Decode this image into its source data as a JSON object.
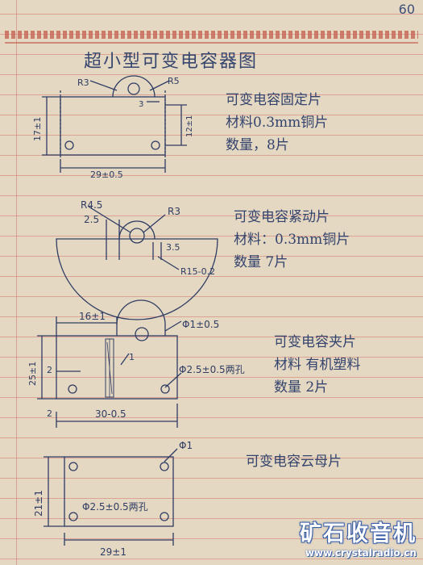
{
  "page_number": "60",
  "title": "超小型可变电容器图",
  "parts": [
    {
      "dims": {
        "r1": "R3",
        "r2": "R5",
        "offset": "3",
        "height": "17±1",
        "inner_height": "12±1",
        "width": "29±0.5"
      },
      "lines": [
        "可变电容固定片",
        "材料0.3mm铜片",
        "数量，8片"
      ]
    },
    {
      "dims": {
        "r_outer": "R4.5",
        "r_inner": "R3",
        "left": "2.5",
        "right": "3.5",
        "sector": "R15-0.2"
      },
      "lines": [
        "可变电容紧动片",
        "材料：0.3mm铜片",
        "数量  7片"
      ]
    },
    {
      "dims": {
        "top": "16±1",
        "hole_top": "Φ1±0.5",
        "mid": "1",
        "height": "25±1",
        "side_top": "2",
        "side_bottom": "2",
        "holes": "Φ2.5±0.5两孔",
        "width": "30-0.5"
      },
      "lines": [
        "可变电容夹片",
        "材料  有机塑料",
        "数量  2片"
      ]
    },
    {
      "dims": {
        "hole_top": "Φ1",
        "height": "21±1",
        "holes": "Φ2.5±0.5两孔",
        "width": "29±1"
      },
      "lines": [
        "可变电容云母片"
      ]
    }
  ],
  "watermark": {
    "name": "矿石收音机",
    "url": "www.crystalradio.cn"
  },
  "colors": {
    "ink": "#2f3c63",
    "paper": "#e4d8c2",
    "rule": "#d6786e"
  }
}
